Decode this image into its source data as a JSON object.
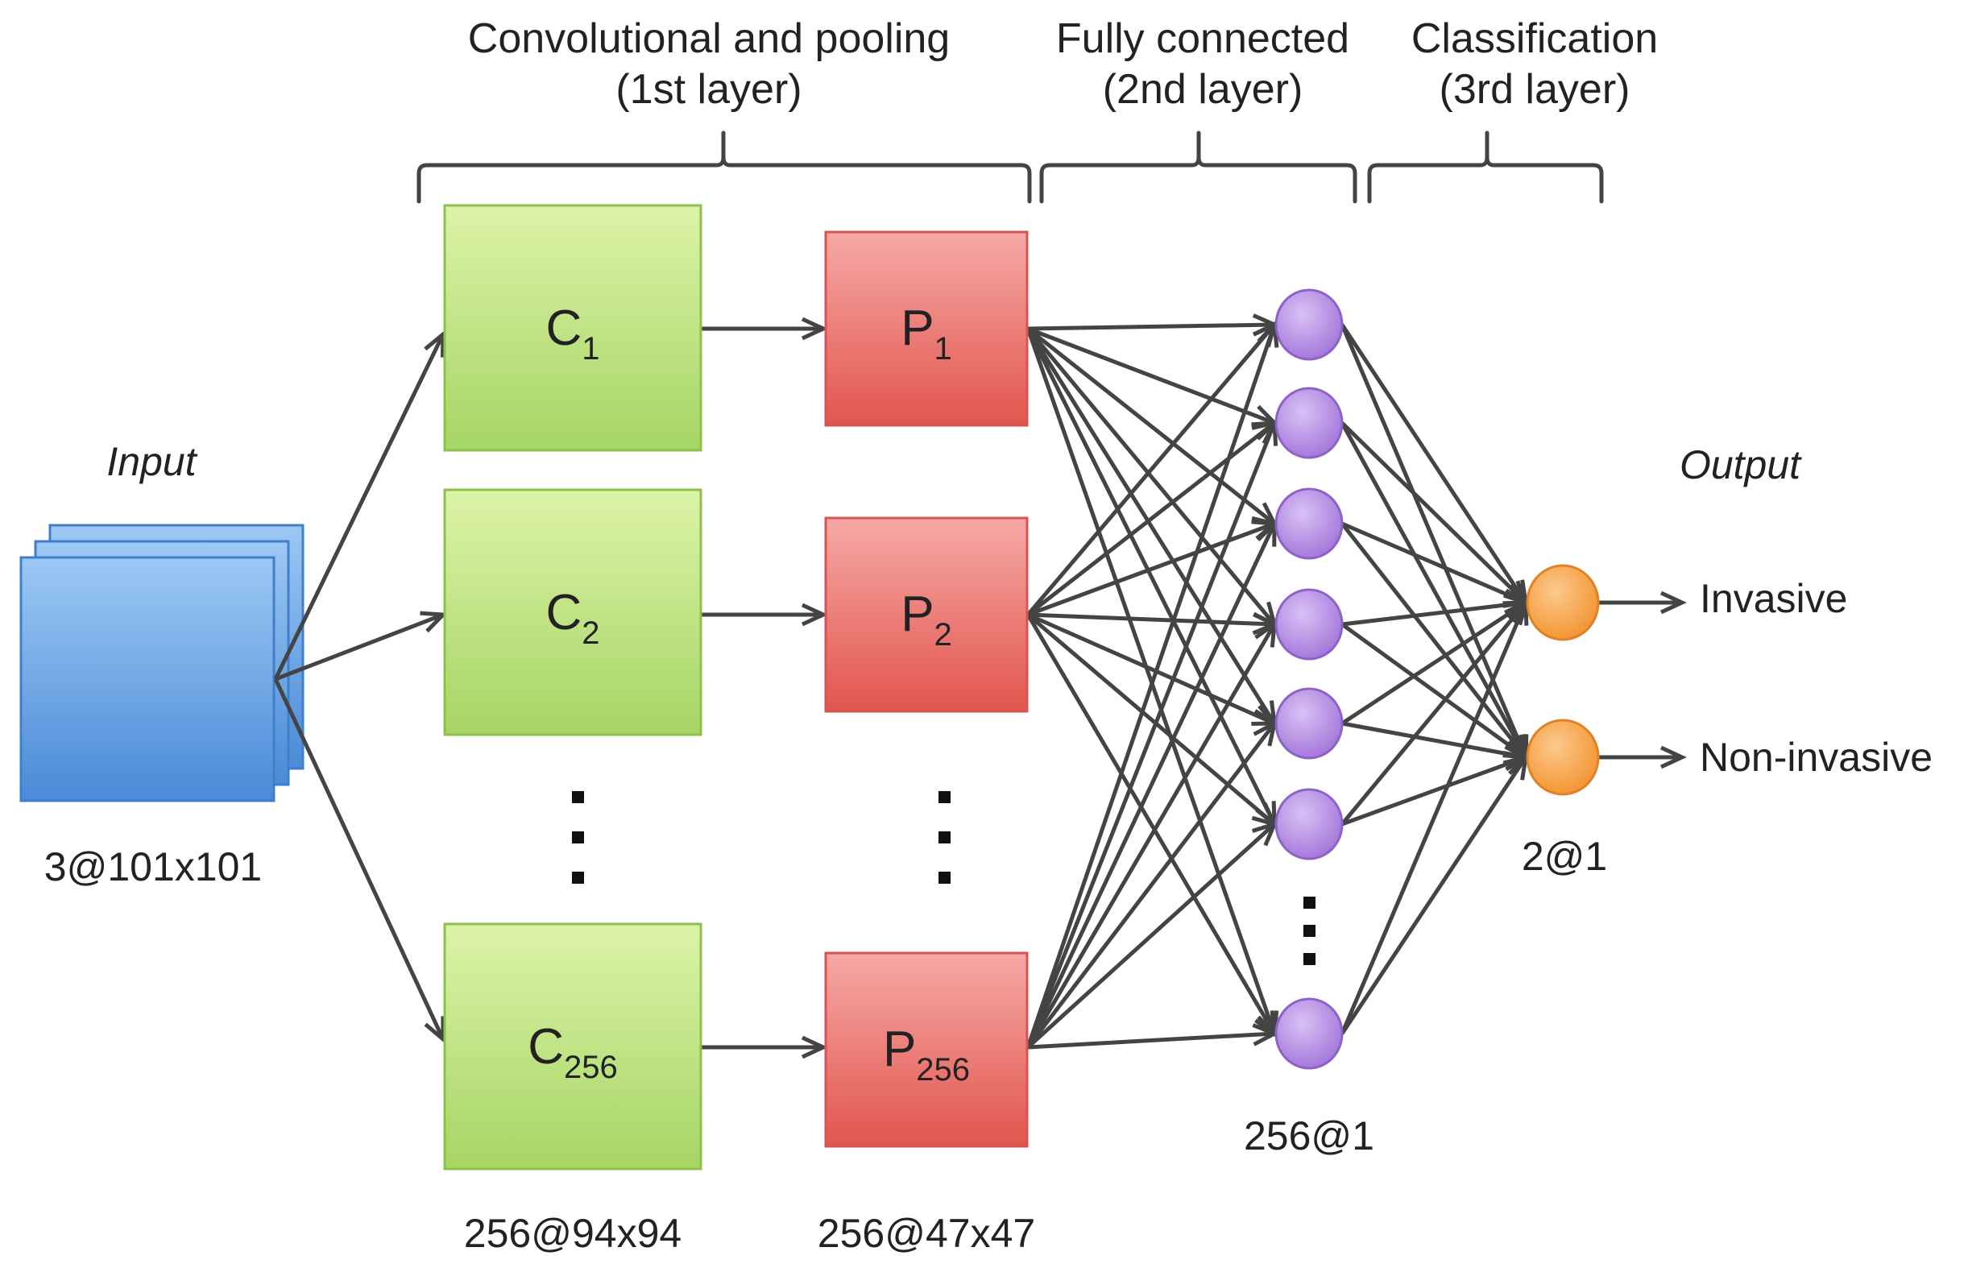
{
  "headers": {
    "conv_pool_line1": "Convolutional and pooling",
    "conv_pool_line2": "(1st layer)",
    "fully_connected_line1": "Fully connected",
    "fully_connected_line2": "(2nd layer)",
    "classification_line1": "Classification",
    "classification_line2": "(3rd layer)"
  },
  "input": {
    "label": "Input",
    "dims": "3@101x101",
    "color": "#5b9be0"
  },
  "conv_nodes": [
    {
      "letter": "C",
      "sub": "1"
    },
    {
      "letter": "C",
      "sub": "2"
    },
    {
      "letter": "C",
      "sub": "256"
    }
  ],
  "pool_nodes": [
    {
      "letter": "P",
      "sub": "1"
    },
    {
      "letter": "P",
      "sub": "2"
    },
    {
      "letter": "P",
      "sub": "256"
    }
  ],
  "dims": {
    "conv": "256@94x94",
    "pool": "256@47x47",
    "fc": "256@1",
    "out": "2@1"
  },
  "output": {
    "label": "Output",
    "classes": [
      "Invasive",
      "Non-invasive"
    ]
  },
  "colors": {
    "conv": "#b9e27a",
    "pool": "#f07f7a",
    "fc_neuron": "#b58be2",
    "out_neuron": "#f6a34a",
    "edge": "#444444"
  }
}
